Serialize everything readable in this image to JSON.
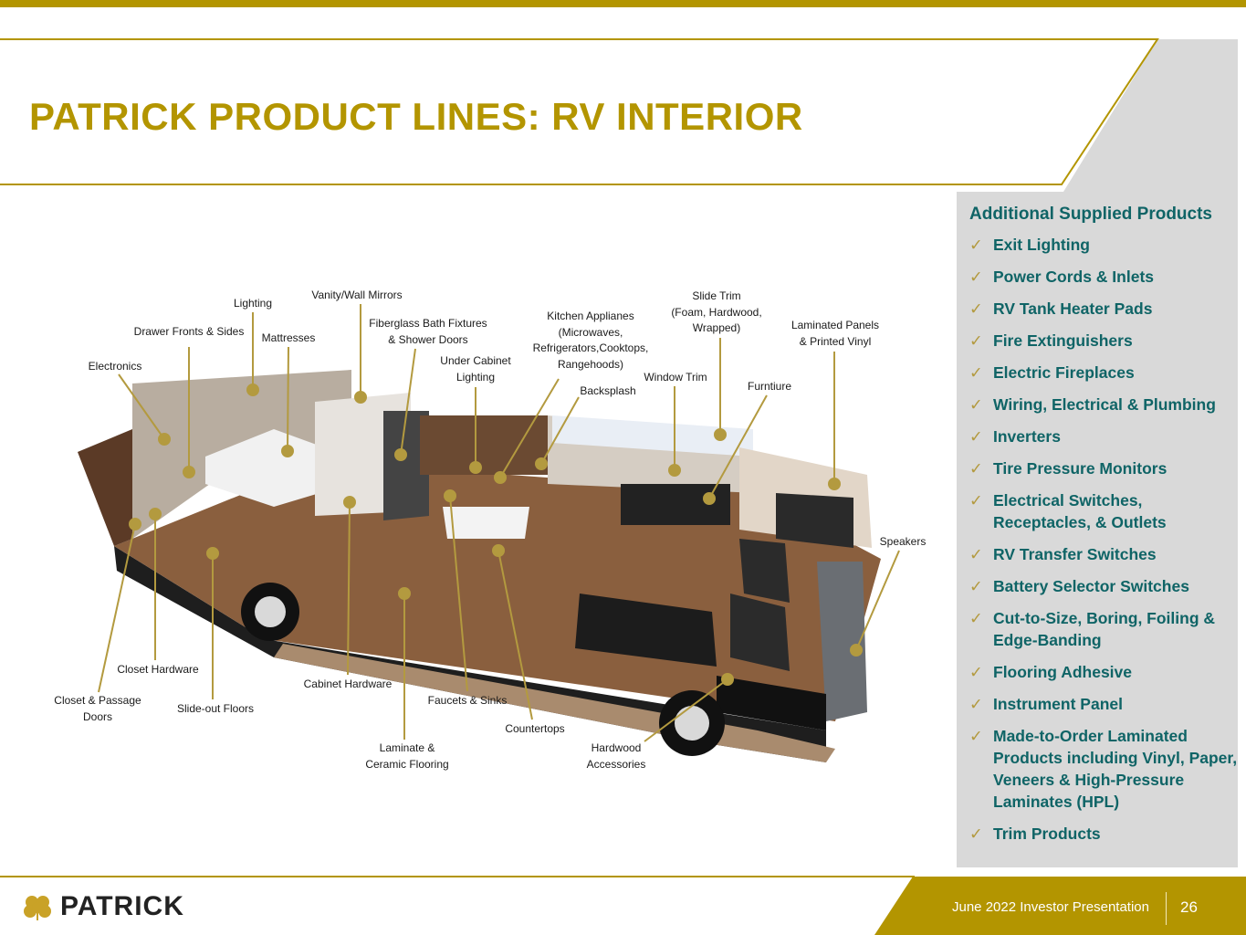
{
  "title": "PATRICK PRODUCT LINES: RV INTERIOR",
  "panel": {
    "heading": "Additional Supplied Products",
    "items": [
      "Exit Lighting",
      "Power Cords & Inlets",
      "RV Tank Heater Pads",
      "Fire Extinguishers",
      "Electric Fireplaces",
      "Wiring, Electrical & Plumbing",
      "Inverters",
      "Tire Pressure Monitors",
      "Electrical Switches, Receptacles, & Outlets",
      "RV Transfer Switches",
      "Battery Selector Switches",
      "Cut-to-Size, Boring, Foiling & Edge-Banding",
      "Flooring Adhesive",
      "Instrument Panel",
      "Made-to-Order Laminated Products including Vinyl, Paper, Veneers & High-Pressure Laminates (HPL)",
      "Trim Products"
    ],
    "check": "✓"
  },
  "labels": {
    "electronics": "Electronics",
    "drawer": "Drawer Fronts & Sides",
    "lighting": "Lighting",
    "mattresses": "Mattresses",
    "mirrors": "Vanity/Wall Mirrors",
    "fiberglass": "Fiberglass Bath Fixtures\n& Shower Doors",
    "undercab": "Under Cabinet\nLighting",
    "kitchen": "Kitchen Applianes\n(Microwaves,\nRefrigerators,Cooktops,\nRangehoods)",
    "backsplash": "Backsplash",
    "slidetrim": "Slide Trim\n(Foam, Hardwood,\nWrapped)",
    "windowtrim": "Window Trim",
    "furniture": "Furntiure",
    "laminated": "Laminated Panels\n& Printed Vinyl",
    "speakers": "Speakers",
    "closetdoors": "Closet & Passage\nDoors",
    "closethw": "Closet Hardware",
    "slidefloors": "Slide-out Floors",
    "cabhw": "Cabinet Hardware",
    "flooring": "Laminate &\nCeramic Flooring",
    "faucets": "Faucets & Sinks",
    "countertops": "Countertops",
    "hardwood": "Hardwood\nAccessories"
  },
  "footer": {
    "logo": "PATRICK",
    "text": "June 2022 Investor Presentation",
    "page": "26"
  },
  "colors": {
    "gold": "#b39500",
    "teal": "#0f6466",
    "panel": "#d9d9d9"
  }
}
